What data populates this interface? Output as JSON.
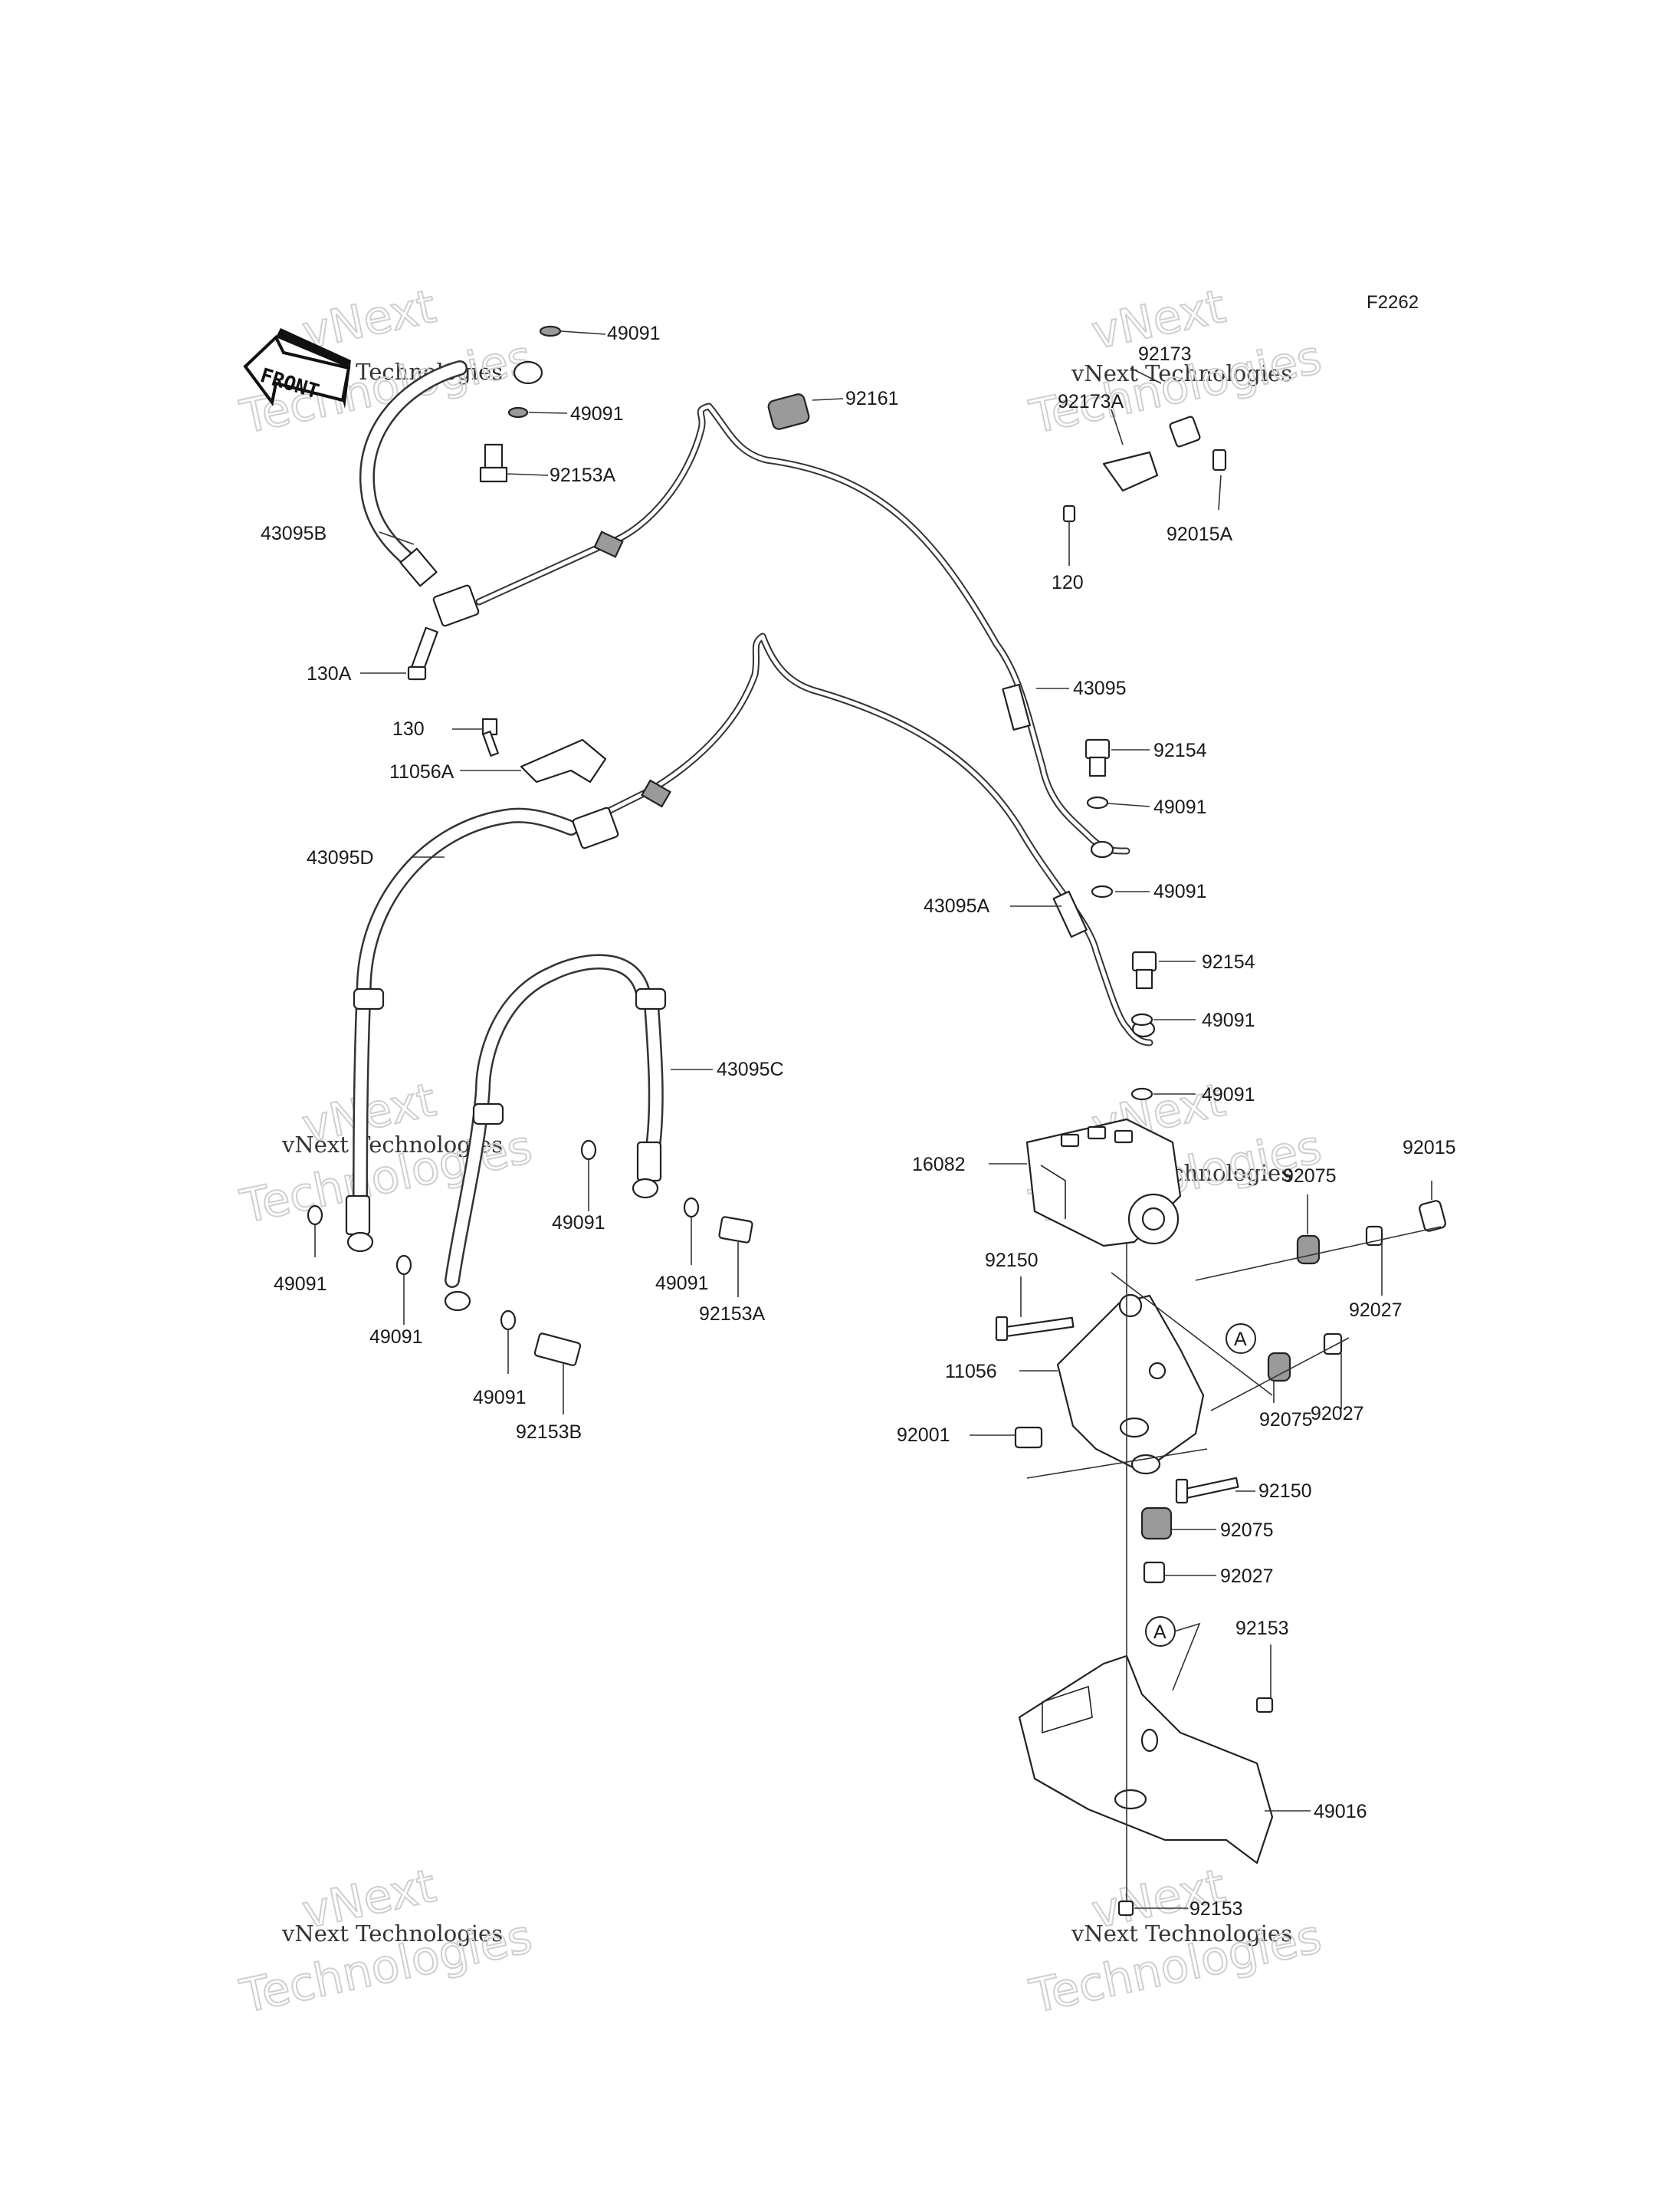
{
  "figure_code": "F2262",
  "front_label": "FRONT",
  "watermark": {
    "line1": "vNext",
    "line2": "vNext Technologies",
    "line3": "Technologies"
  },
  "callout": "A",
  "parts": {
    "p49091": "49091",
    "p92153A": "92153A",
    "p43095B": "43095B",
    "p130A": "130A",
    "p92161": "92161",
    "p92173": "92173",
    "p92173A": "92173A",
    "p92015A": "92015A",
    "p120": "120",
    "p43095": "43095",
    "p92154": "92154",
    "p130": "130",
    "p11056A": "11056A",
    "p43095D": "43095D",
    "p43095A": "43095A",
    "p43095C": "43095C",
    "p16082": "16082",
    "p92015": "92015",
    "p92075": "92075",
    "p92027": "92027",
    "p92150": "92150",
    "p11056": "11056",
    "p92001": "92001",
    "p92153B": "92153B",
    "p92153": "92153",
    "p49016": "49016"
  }
}
